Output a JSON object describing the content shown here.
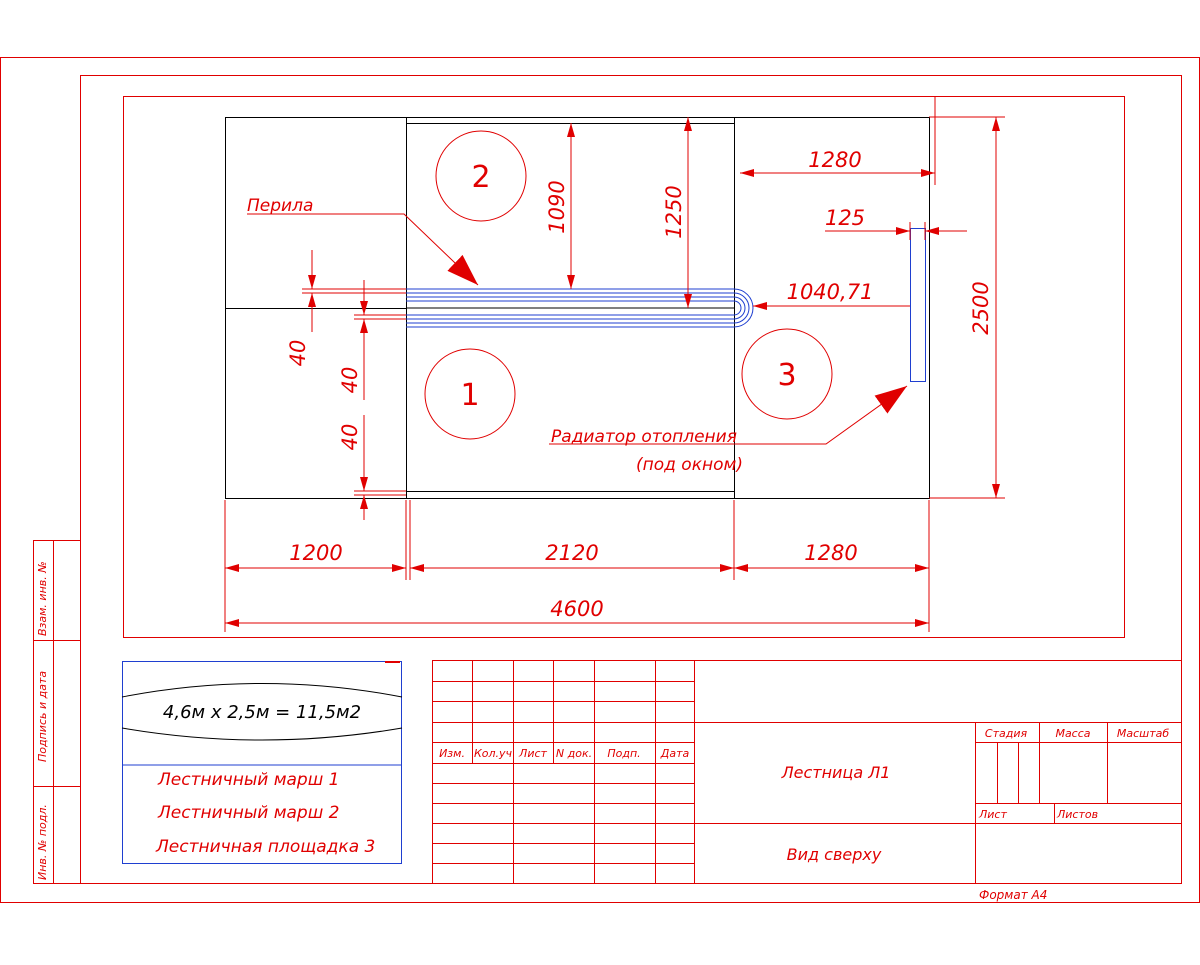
{
  "plan": {
    "zones": [
      "1",
      "2",
      "3"
    ],
    "dimensions": {
      "width_left": "1200",
      "width_middle": "2120",
      "width_right": "1280",
      "width_total": "4600",
      "height_total": "2500",
      "top_right_width": "1280",
      "radiator_offset": "125",
      "rail_gap": "1040,71",
      "flight_depth": "1090",
      "landing_depth": "1250",
      "rail_spacing_a": "40",
      "rail_spacing_b": "40",
      "rail_spacing_c": "40"
    },
    "labels": {
      "handrail": "Перила",
      "radiator_line1": "Радиатор отопления",
      "radiator_line2": "(под окном)"
    }
  },
  "legend": {
    "area": "4,6м x 2,5м = 11,5м2",
    "items": [
      "Лестничный марш 1",
      "Лестничный марш 2",
      "Лестничная площадка 3"
    ]
  },
  "stamp": {
    "columns": [
      "Изм.",
      "Кол.уч",
      "Лист",
      "N док.",
      "Подп.",
      "Дата"
    ],
    "title": "Лестница Л1",
    "subtitle": "Вид сверху",
    "stage": "Стадия",
    "mass": "Масса",
    "scale": "Масштаб",
    "sheet": "Лист",
    "sheets": "Листов",
    "format": "Формат А4"
  },
  "side_stamp": [
    "Взам. инв. №",
    "Подпись и дата",
    "Инв. № подл."
  ],
  "colors": {
    "frame": "#e00000",
    "outline": "#000000",
    "rail": "#1f3fd0"
  }
}
